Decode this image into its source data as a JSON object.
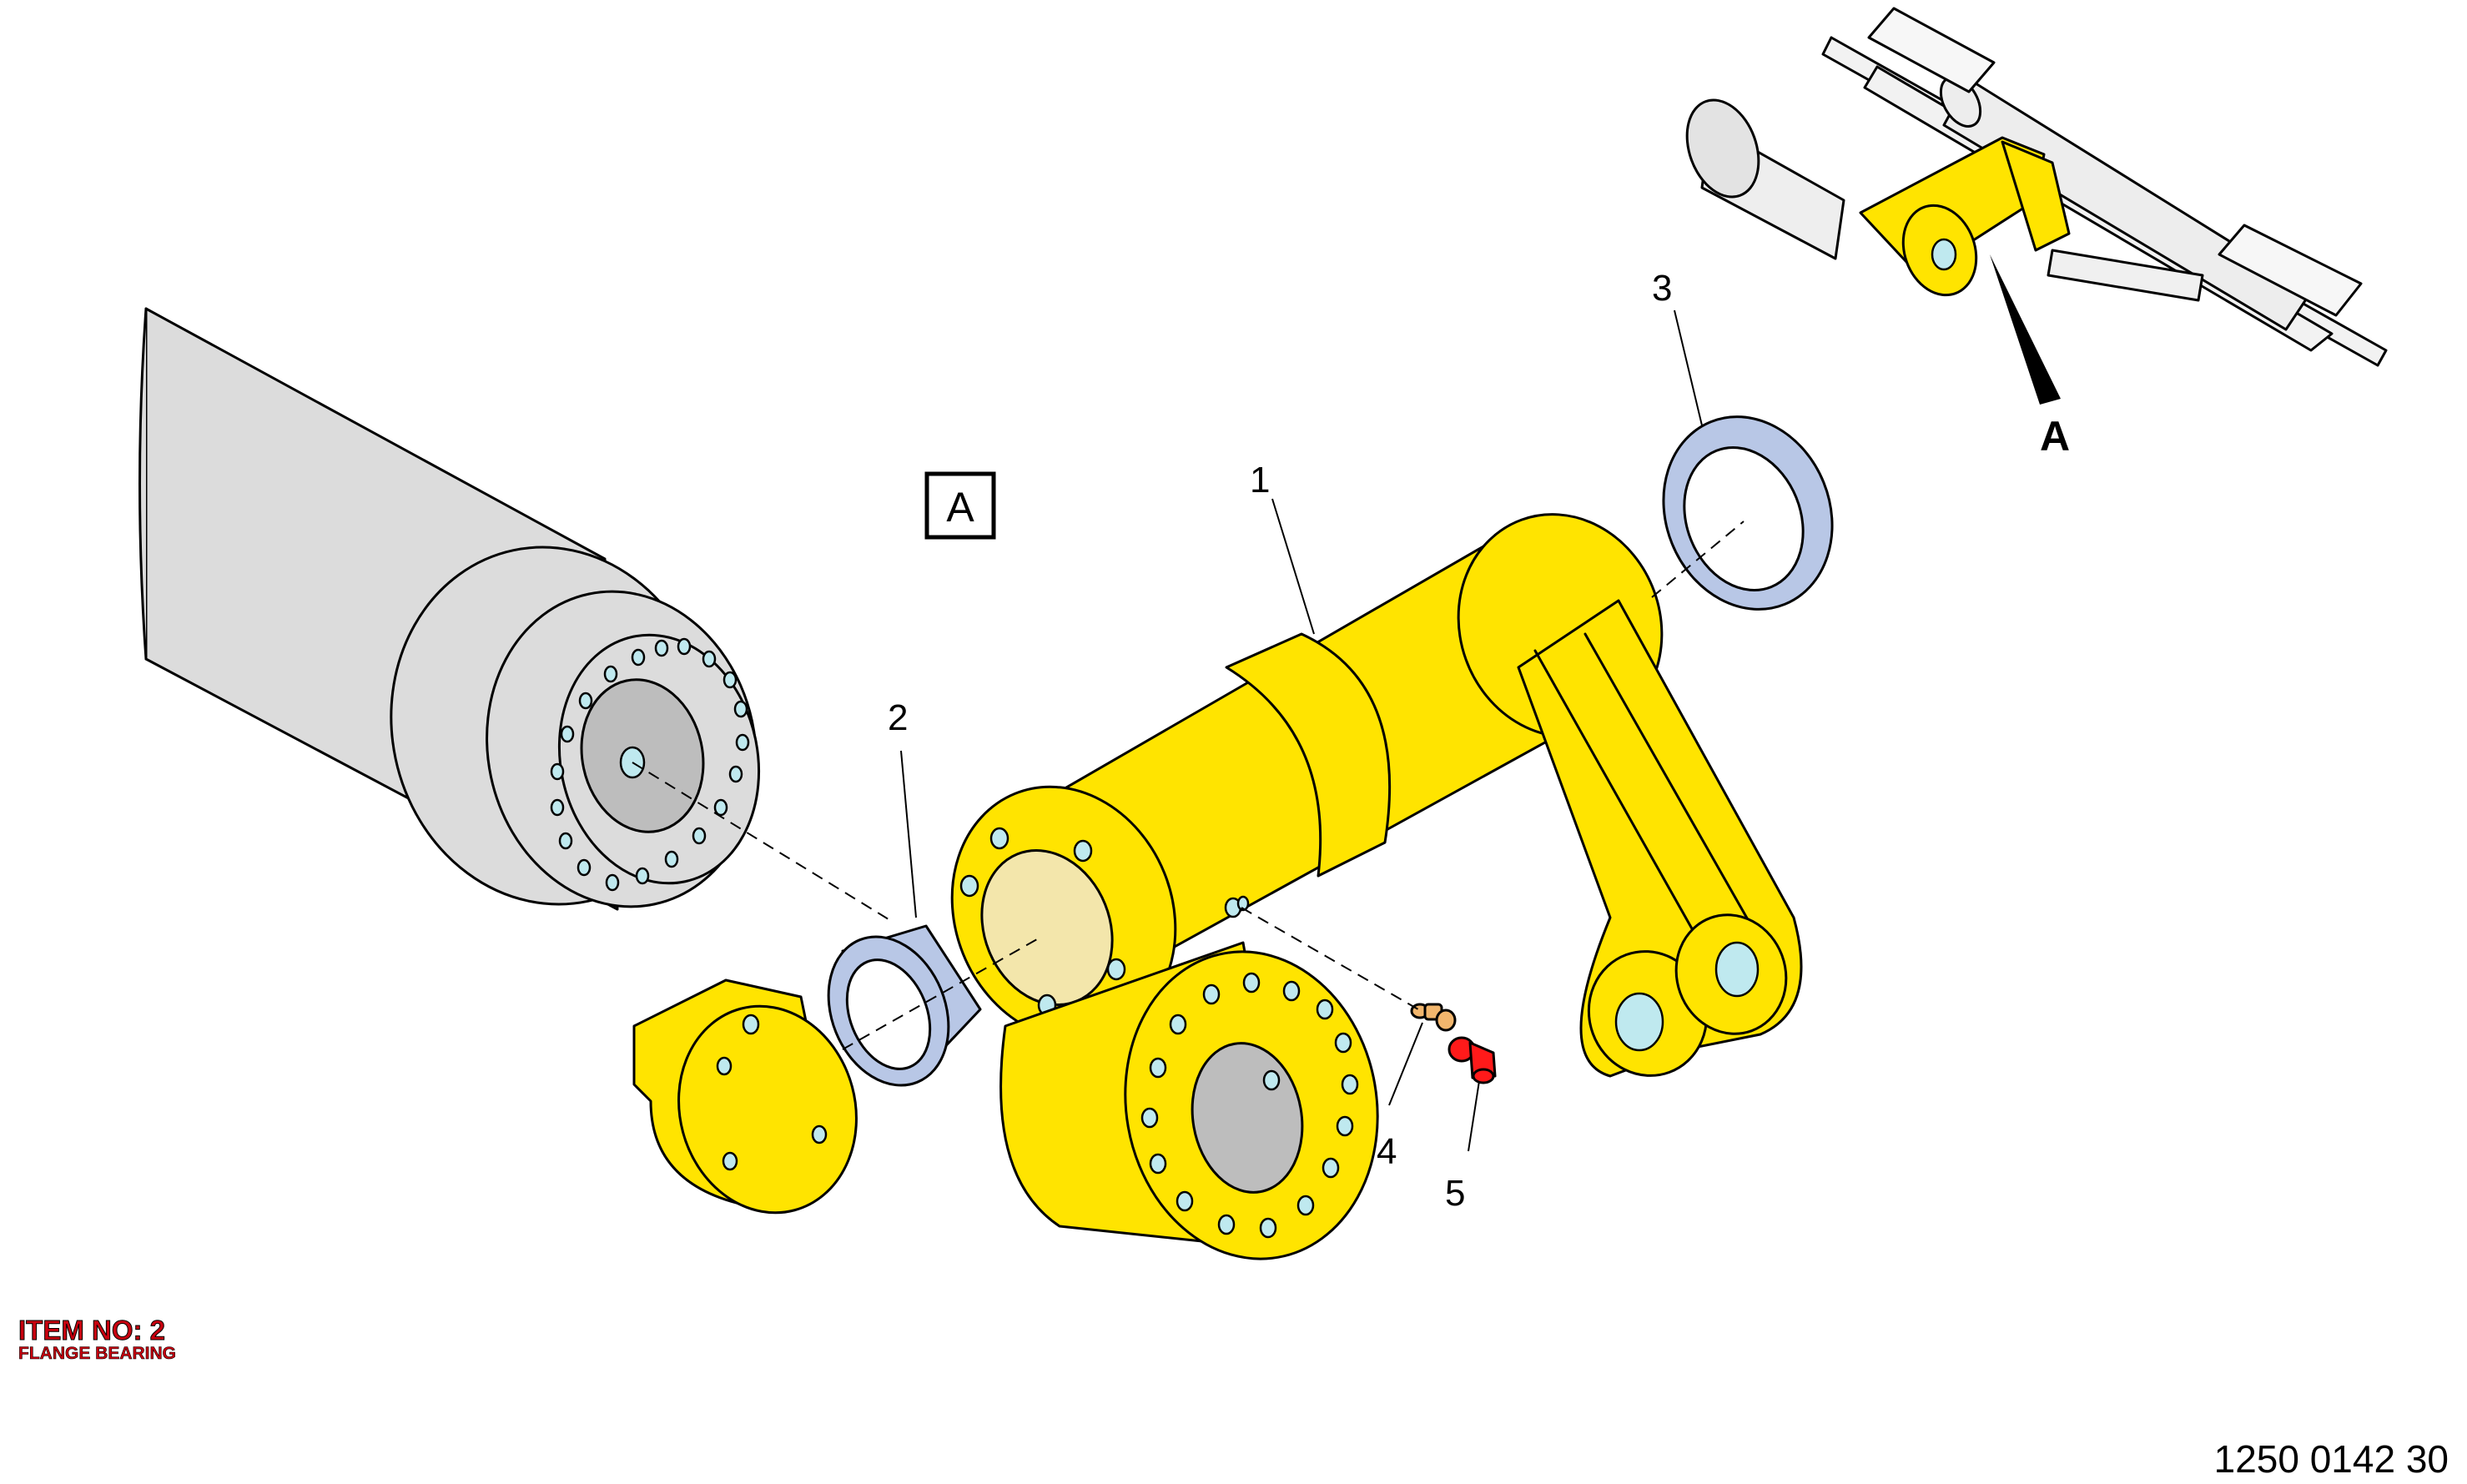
{
  "view_label": "A",
  "detail_label": "A",
  "callouts": [
    {
      "number": "1",
      "part": "arm-housing"
    },
    {
      "number": "2",
      "part": "flange-bearing-front"
    },
    {
      "number": "3",
      "part": "flange-bearing-rear"
    },
    {
      "number": "4",
      "part": "grease-nipple"
    },
    {
      "number": "5",
      "part": "protective-cap"
    }
  ],
  "item": {
    "number_label": "ITEM NO: 2",
    "name": "FLANGE BEARING"
  },
  "document_number": "1250 0142 30",
  "colors": {
    "highlight_part": "#ffe400",
    "bearing": "#b8c7e6",
    "tube": "#dcdcdc",
    "hole": "#bfe9ef",
    "nipple": "#f2b66d",
    "cap": "#ff1a1a",
    "item_text": "#c8000f"
  }
}
